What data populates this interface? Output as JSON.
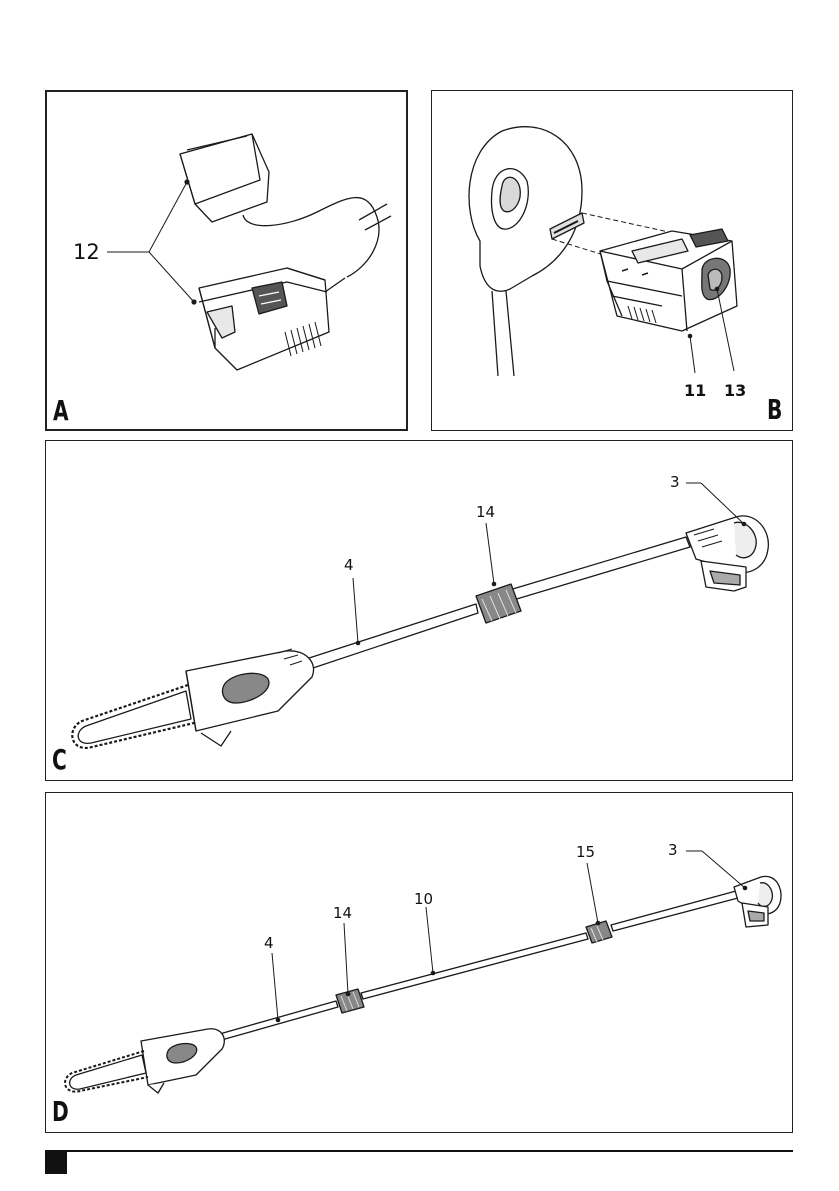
{
  "colors": {
    "line": "#1a1a1a",
    "shade": "#9a9a9a",
    "light_shade": "#cfcfcf",
    "panel_border": "#222222"
  },
  "panels": {
    "a": {
      "letter": "A",
      "callouts": [
        "12"
      ]
    },
    "b": {
      "letter": "B",
      "callouts": [
        "11",
        "13"
      ]
    },
    "c": {
      "letter": "C",
      "callouts": [
        "3",
        "14",
        "4"
      ]
    },
    "d": {
      "letter": "D",
      "callouts": [
        "15",
        "3",
        "10",
        "14",
        "4"
      ]
    }
  }
}
